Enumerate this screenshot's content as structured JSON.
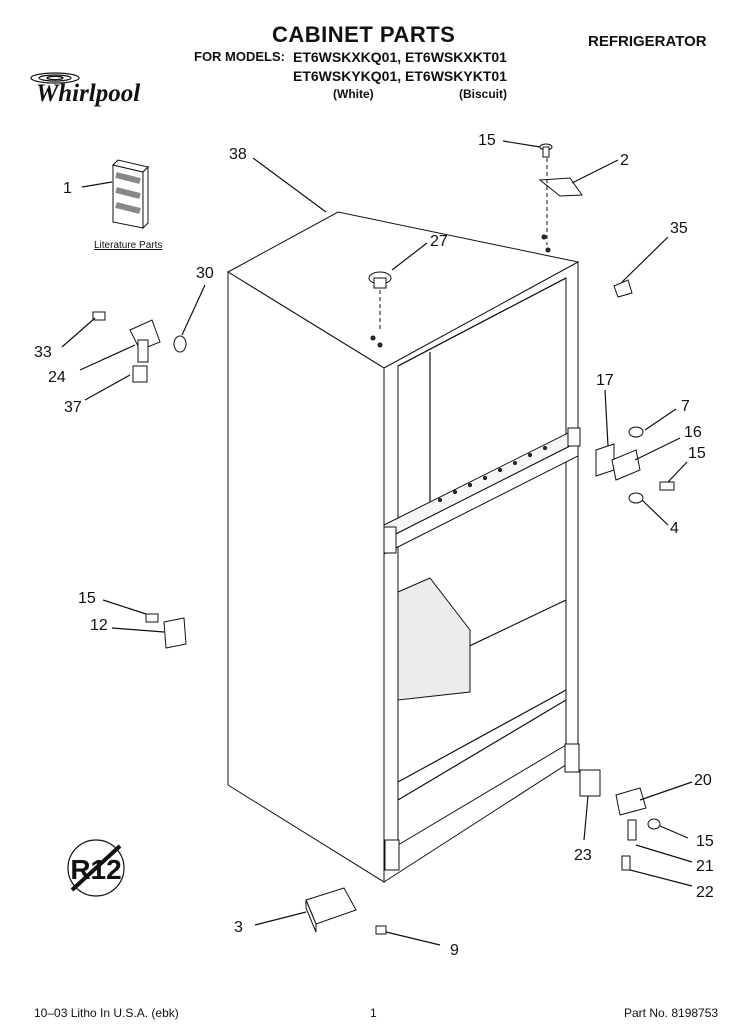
{
  "header": {
    "title": "CABINET PARTS",
    "appliance": "REFRIGERATOR",
    "models_label": "FOR MODELS:",
    "models_line1": "ET6WSKXKQ01, ET6WSKXKT01",
    "models_line2": "ET6WSKYKQ01, ET6WSKYKT01",
    "color1": "(White)",
    "color2": "(Biscuit)"
  },
  "brand": "Whirlpool",
  "literature_label": "Literature Parts",
  "badge_text": "R12",
  "callouts": {
    "c1": "1",
    "c38": "38",
    "c15a": "15",
    "c2": "2",
    "c35": "35",
    "c27": "27",
    "c30": "30",
    "c33": "33",
    "c24": "24",
    "c37": "37",
    "c17": "17",
    "c7": "7",
    "c16": "16",
    "c15b": "15",
    "c4": "4",
    "c15c": "15",
    "c12": "12",
    "c20": "20",
    "c15d": "15",
    "c23": "23",
    "c21": "21",
    "c22": "22",
    "c3": "3",
    "c9": "9"
  },
  "footer": {
    "left": "10–03 Litho In U.S.A. (ebk)",
    "page": "1",
    "part_no": "Part No. 8198753"
  }
}
